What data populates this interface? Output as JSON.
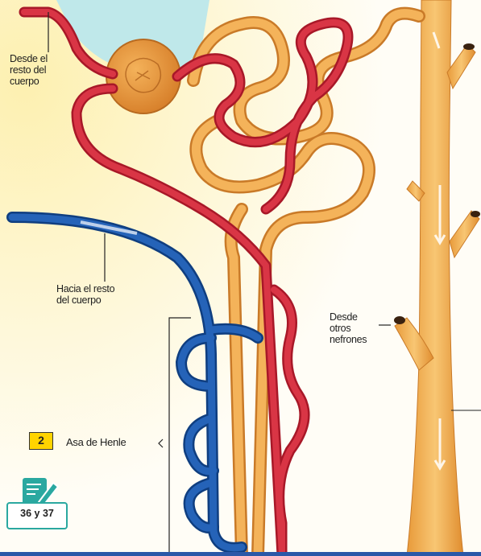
{
  "labels": {
    "desde_cuerpo": "Desde el\nresto del\ncuerpo",
    "hacia_cuerpo": "Hacia el resto\ndel cuerpo",
    "desde_nefrones": "Desde\notros\nnefrones",
    "asa_henle": "Asa de Henle"
  },
  "badge": {
    "number": "2"
  },
  "activity": {
    "pages": "36 y 37"
  },
  "colors": {
    "artery": "#d42a3c",
    "vein": "#1e5cab",
    "tubule": "#f0a949",
    "background_glow": "#fdf1b8",
    "badge": "#ffd400",
    "icon": "#2aa8a0"
  },
  "icons": [
    "pencil-note-icon"
  ]
}
